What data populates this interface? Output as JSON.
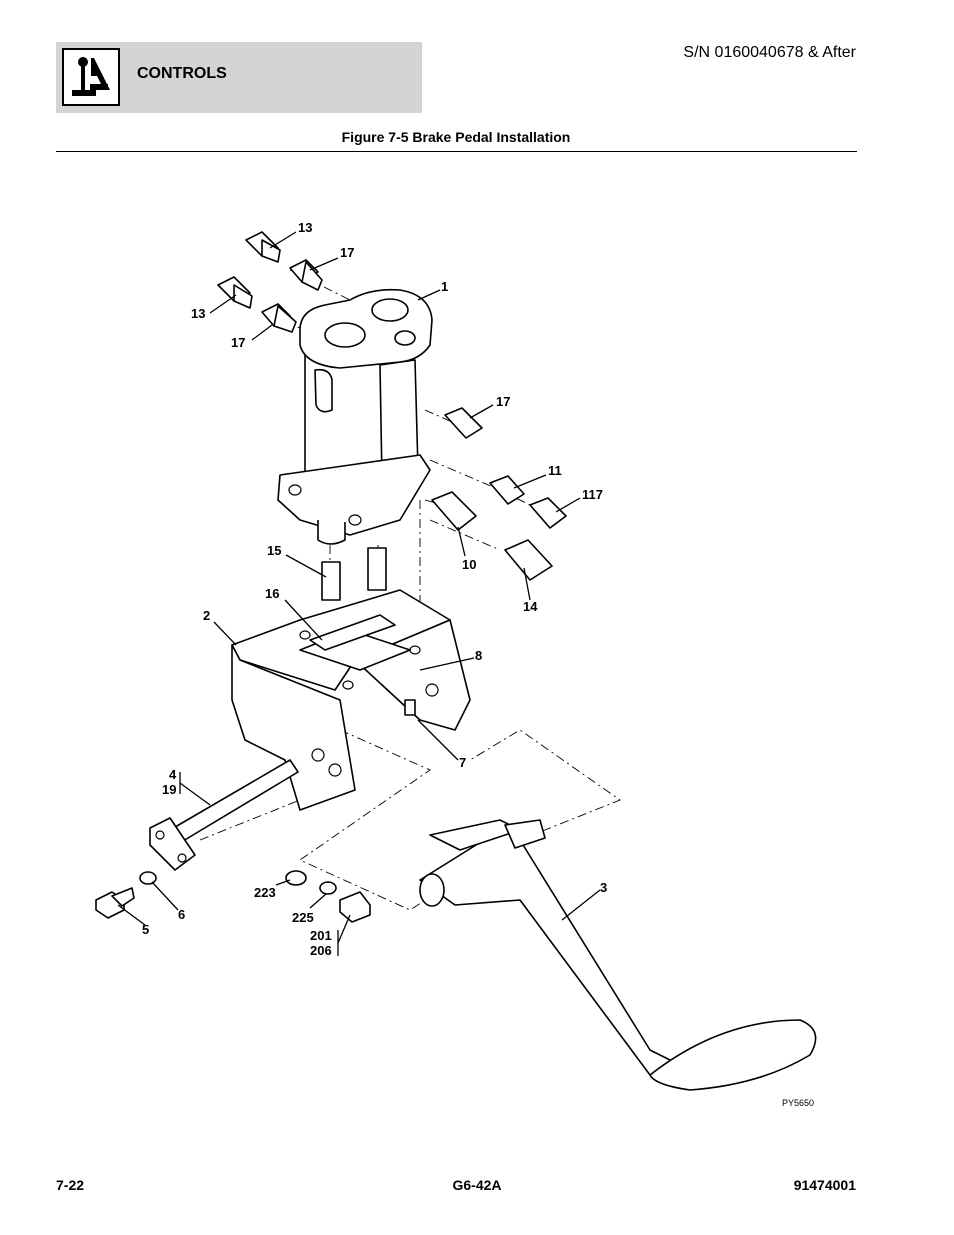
{
  "header": {
    "section": "CONTROLS",
    "serial": "S/N 0160040678 & After",
    "logo_icon": "joystick-control-icon"
  },
  "figure": {
    "title": "Figure 7-5 Brake Pedal Installation",
    "drawing_code": "PY5650",
    "callouts": {
      "c13a": "13",
      "c17a": "17",
      "c1": "1",
      "c13b": "13",
      "c17b": "17",
      "c17c": "17",
      "c11": "11",
      "c117": "117",
      "c15": "15",
      "c10": "10",
      "c16": "16",
      "c14": "14",
      "c2": "2",
      "c8": "8",
      "c7": "7",
      "c4": "4",
      "c19": "19",
      "c3": "3",
      "c223": "223",
      "c225": "225",
      "c201": "201",
      "c206": "206",
      "c5": "5",
      "c6": "6"
    }
  },
  "footer": {
    "page": "7-22",
    "model": "G6-42A",
    "doc_number": "91474001"
  }
}
